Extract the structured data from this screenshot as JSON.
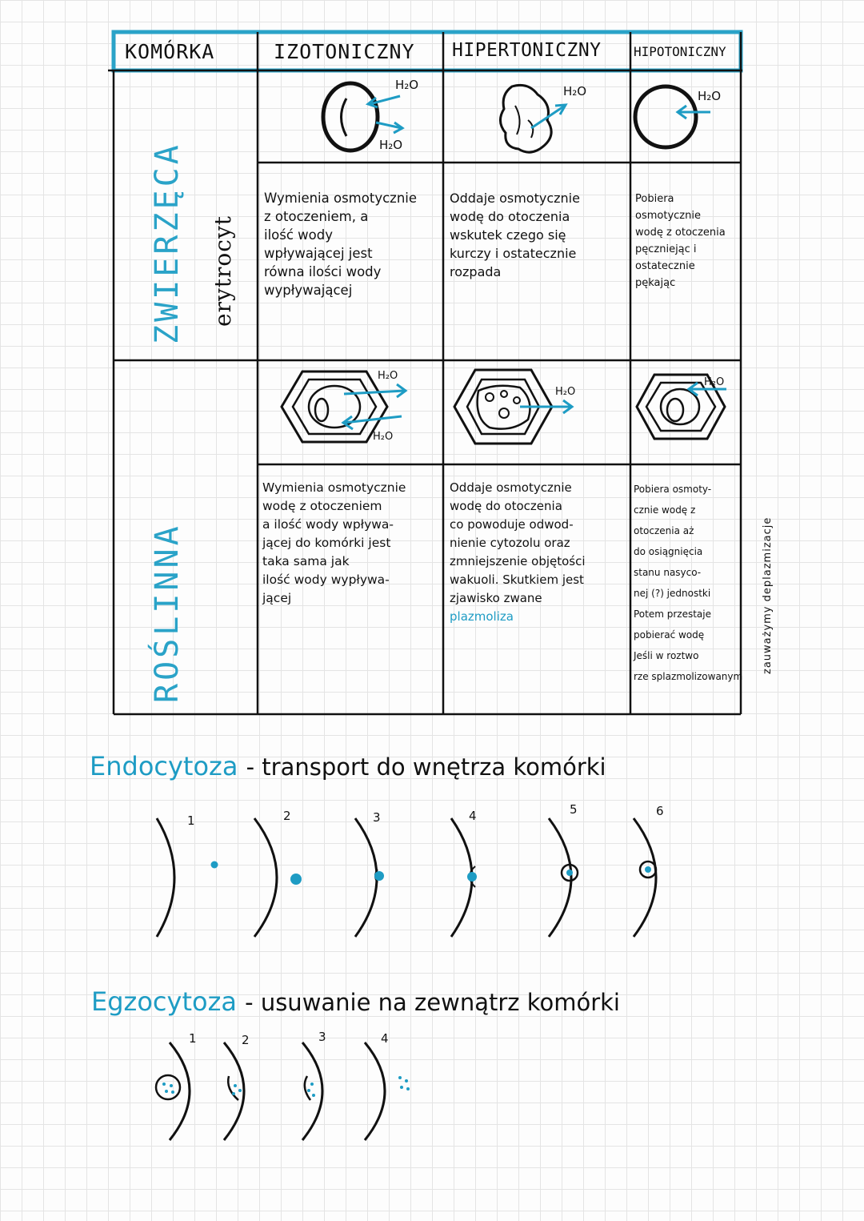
{
  "table": {
    "headers": [
      "KOMÓRKA",
      "IZOTONICZNY",
      "HIPERTONICZNY",
      "HIPOTONICZNY"
    ],
    "rows": [
      {
        "label": "ZWIERZĘCA",
        "sublabel": "erytrocyt",
        "diagram_labels": {
          "izo_in": "H₂O",
          "izo_out": "H₂O",
          "hiper": "H₂O",
          "hipo": "H₂O"
        },
        "cells": [
          [
            "Wymienia osmotycznie",
            "z otoczeniem, a",
            "ilość wody",
            "wpływającej jest",
            "równa ilości wody",
            "wypływającej"
          ],
          [
            "Oddaje osmotycznie",
            "wodę do otoczenia",
            "wskutek czego się",
            "kurczy i ostatecznie",
            "rozpada"
          ],
          [
            "Pobiera",
            "osmotycznie",
            "wodę z otoczenia",
            "pęczniejąc i",
            "ostatecznie",
            "pękając"
          ]
        ]
      },
      {
        "label": "ROŚLINNA",
        "diagram_labels": {
          "izo_in": "H₂O",
          "izo_out": "H₂O",
          "hiper": "H₂O",
          "hipo": "H₂O"
        },
        "cells": [
          [
            "Wymienia osmotycznie",
            "wodę z otoczeniem",
            "a ilość wody wpływa-",
            "jącej do komórki jest",
            "taka sama jak",
            "ilość wody wypływa-",
            "jącej"
          ],
          [
            "Oddaje osmotycznie",
            "wodę do otoczenia",
            "co powoduje odwod-",
            "nienie cytozolu oraz",
            "zmniejszenie objętości",
            "wakuoli. Skutkiem jest",
            "zjawisko zwane"
          ],
          [
            "Pobiera osmoty-",
            "cznie wodę z",
            "otoczenia aż",
            "do osiągnięcia",
            "stanu nasyco-",
            "nej (?) jednostki",
            "Potem przestaje",
            "pobierać wodę",
            "Jeśli w roztwo",
            "rze splazmolizowanym"
          ]
        ],
        "highlight_term": "plazmoliza",
        "side_note": "zauważymy deplazmizacje"
      }
    ]
  },
  "endocytosis": {
    "term": "Endocytoza",
    "definition": "- transport do wnętrza komórki",
    "steps": [
      "1",
      "2",
      "3",
      "4",
      "5",
      "6"
    ]
  },
  "exocytosis": {
    "term": "Egzocytoza",
    "definition": "- usuwanie na zewnątrz komórki",
    "steps": [
      "1",
      "2",
      "3",
      "4"
    ]
  },
  "colors": {
    "accent": "#1e9cc4",
    "ink": "#111111",
    "table_border": "#2aa3c8"
  }
}
